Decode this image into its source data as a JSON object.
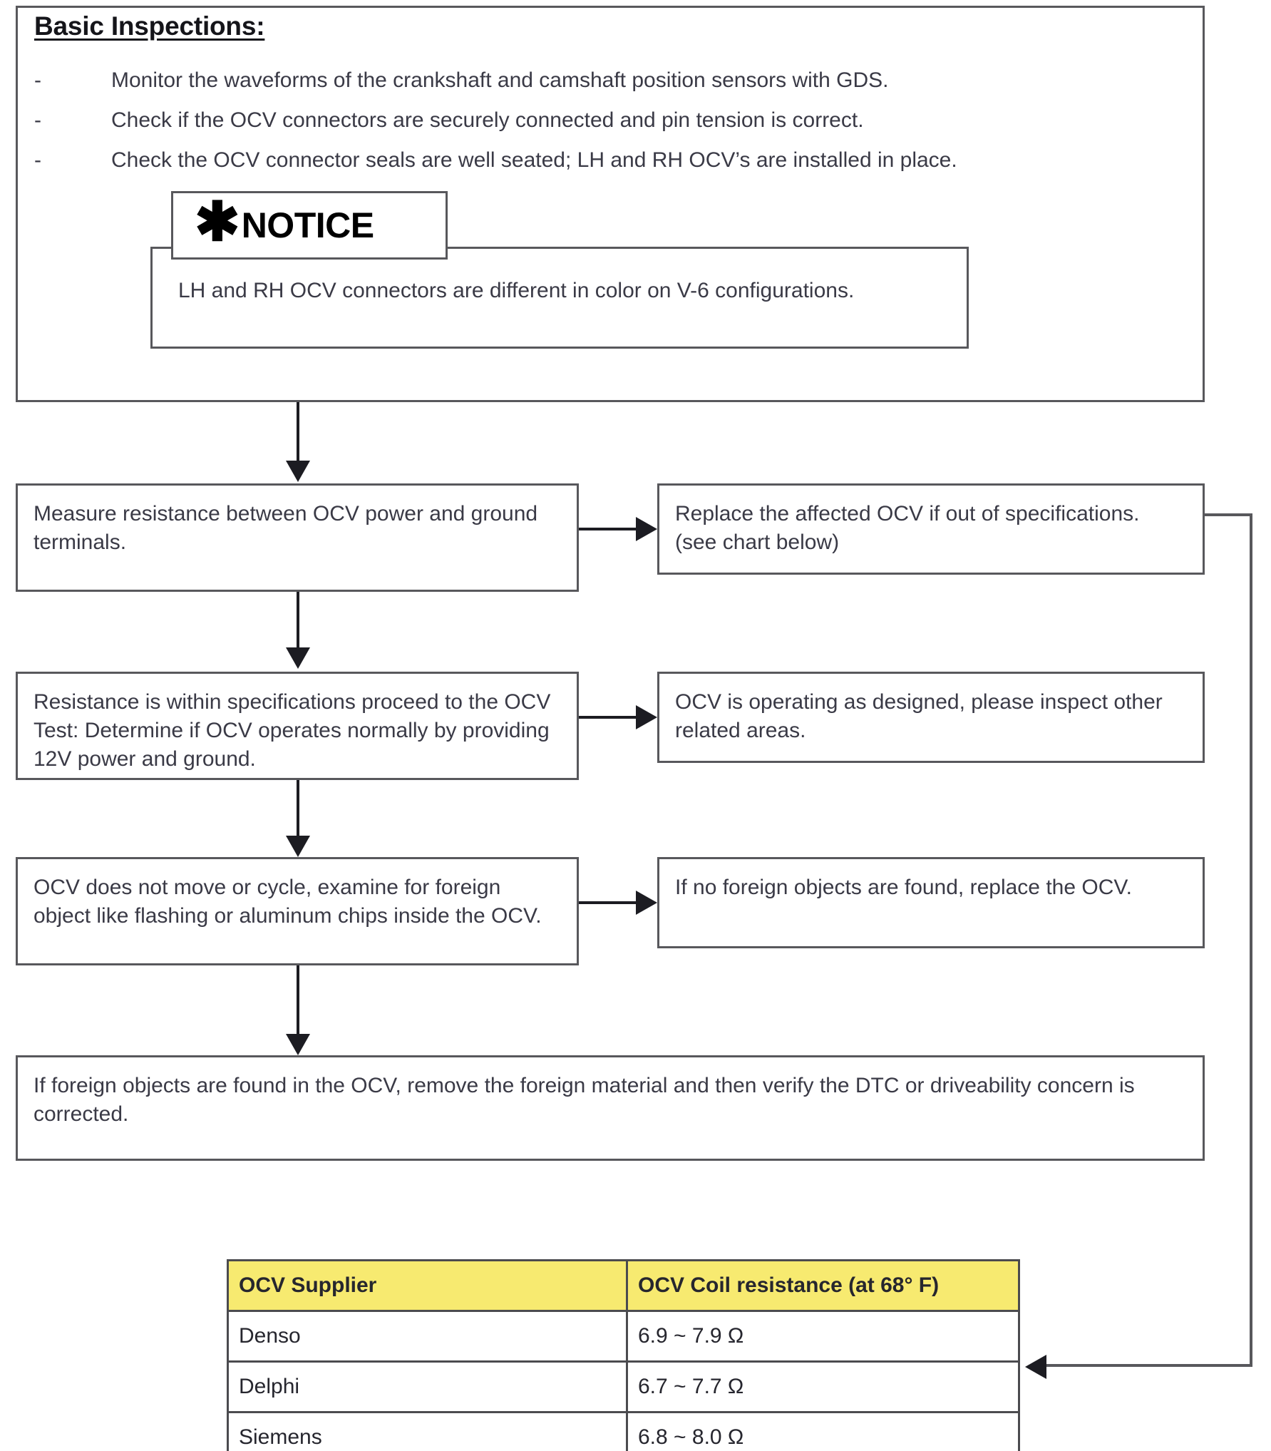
{
  "top_section": {
    "heading": "Basic Inspections:",
    "bullets": [
      {
        "marker": "-",
        "text": "Monitor the waveforms of the crankshaft and camshaft position sensors with GDS."
      },
      {
        "marker": "-",
        "text": "Check if the OCV connectors are securely connected and pin tension is correct."
      },
      {
        "marker": "-",
        "text": "Check the OCV connector seals are well seated; LH and RH OCV’s are installed in place."
      }
    ],
    "notice": {
      "icon": "asterisk-icon",
      "asterisk": "✱",
      "label": "NOTICE",
      "text": "LH and RH OCV connectors are different in color on V-6 configurations."
    }
  },
  "flow": {
    "left_boxes": [
      {
        "text": "Measure resistance between OCV power and ground terminals."
      },
      {
        "text": "Resistance is within specifications proceed to the OCV Test: Determine if OCV operates normally by providing 12V power and ground."
      },
      {
        "text": "OCV does not move or cycle, examine for foreign object like flashing or aluminum chips inside the OCV."
      }
    ],
    "right_boxes": [
      {
        "text": "Replace the affected OCV if out of specifications. (see chart below)"
      },
      {
        "text": "OCV is operating as designed, please inspect other related areas."
      },
      {
        "text": "If no foreign objects are found, replace the OCV."
      }
    ],
    "bottom_box": {
      "text": "If foreign objects are found in the OCV, remove the foreign material and then verify the DTC or driveability concern is corrected."
    }
  },
  "spec_table": {
    "headers": [
      "OCV Supplier",
      "OCV Coil resistance (at 68° F)"
    ],
    "rows": [
      [
        "Denso",
        "6.9 ~ 7.9 Ω"
      ],
      [
        "Delphi",
        "6.7 ~ 7.7 Ω"
      ],
      [
        "Siemens",
        "6.8 ~ 8.0 Ω"
      ]
    ],
    "header_color": "#f7ea70"
  }
}
